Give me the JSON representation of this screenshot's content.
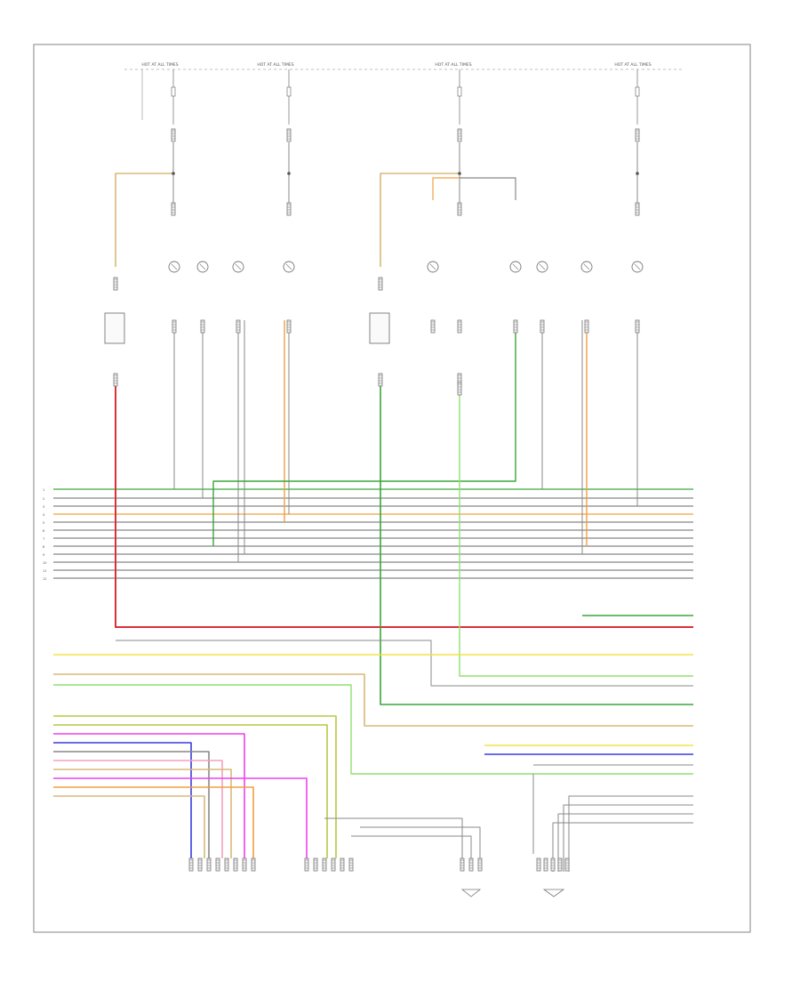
{
  "diagram": {
    "footer_code": "",
    "top_feeds": [
      "HOT AT ALL TIMES",
      "HOT AT ALL TIMES",
      "HOT AT ALL TIMES",
      "HOT AT ALL TIMES"
    ],
    "fuse_labels": [
      "",
      "",
      "",
      ""
    ],
    "left_harness_labels": [
      "",
      "",
      "",
      "",
      "",
      "",
      "",
      "",
      "",
      "",
      "",
      "",
      "",
      "",
      "",
      "",
      ""
    ],
    "right_harness_labels": [
      "",
      "",
      "",
      "",
      "",
      "",
      "",
      "",
      "",
      "",
      "",
      "",
      "",
      "",
      "",
      ""
    ],
    "components": {
      "left_speaker": "",
      "right_speaker": "",
      "left_relay": "",
      "right_relay": "",
      "center_module": "",
      "top_right_note": "",
      "bottom_right_note": "",
      "mid_right_note": "",
      "lower_mid_note": "",
      "bottom_center_connector": "",
      "bottom_g1": "",
      "bottom_g2": ""
    },
    "wire_colors": {
      "green": "#3aa63a",
      "red": "#d9303a",
      "yellow": "#f2e24a",
      "orange": "#f0a040",
      "tan": "#d8b878",
      "gray": "#888888",
      "blue": "#3a3ae0",
      "magenta": "#ee40ee",
      "pink": "#f5a0c0",
      "olive": "#b8c840",
      "light_green": "#90e070"
    }
  }
}
